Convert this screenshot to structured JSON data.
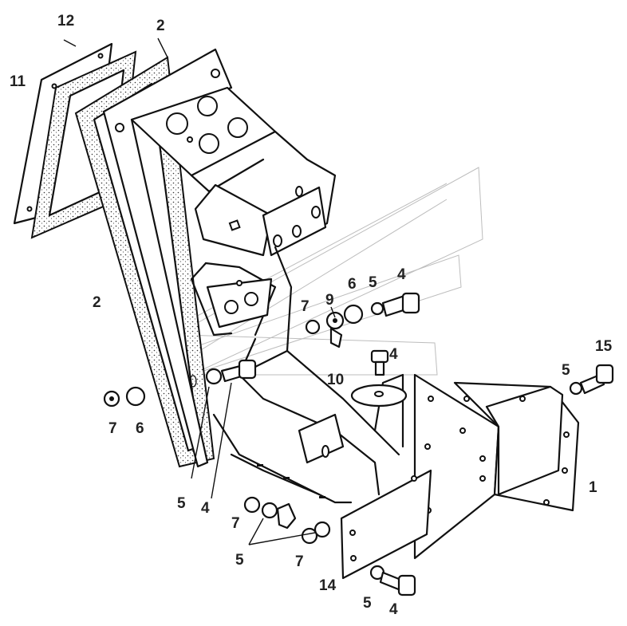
{
  "callouts": {
    "c12": "12",
    "c2_top": "2",
    "c11": "11",
    "c2_left": "2",
    "c7_upper": "7",
    "c9": "9",
    "c6_upper": "6",
    "c5_upper": "5",
    "c4_upper": "4",
    "c4_mid": "4",
    "c10": "10",
    "c15": "15",
    "c5_right": "5",
    "c1": "1",
    "c7_left": "7",
    "c6_left": "6",
    "c5_bl": "5",
    "c4_bl": "4",
    "c7_low_left": "7",
    "c5_low": "5",
    "c7_low_right": "7",
    "c14": "14",
    "c5_bottom": "5",
    "c4_bottom": "4"
  }
}
